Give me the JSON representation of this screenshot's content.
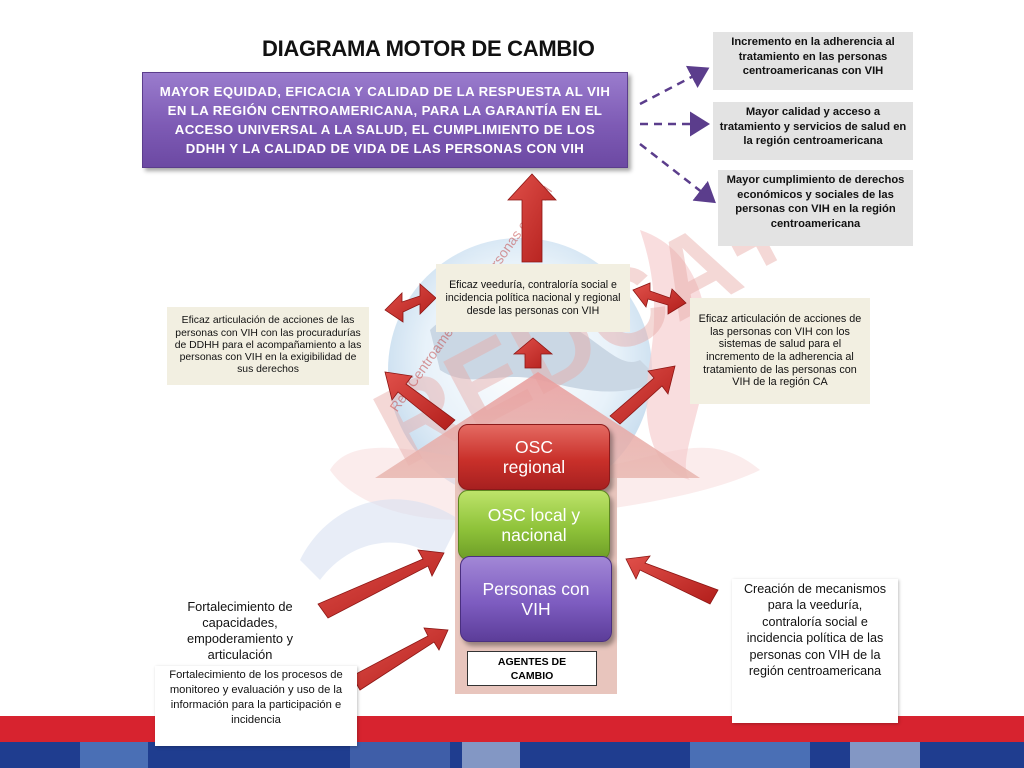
{
  "title": "DIAGRAMA MOTOR DE CAMBIO",
  "goal": "MAYOR EQUIDAD, EFICACIA Y CALIDAD DE LA RESPUESTA AL VIH EN LA REGIÓN CENTROAMERICANA, PARA LA GARANTÍA EN  EL ACCESO UNIVERSAL A LA SALUD, EL CUMPLIMIENTO DE LOS DDHH Y LA CALIDAD DE VIDA DE LAS PERSONAS CON VIH",
  "results": [
    "Incremento en la adherencia al tratamiento en las personas centroamericanas con VIH",
    "Mayor calidad y acceso a tratamiento y servicios  de salud en la región centroamericana",
    "Mayor cumplimiento de derechos económicos y sociales de las personas con VIH en la región centroamericana"
  ],
  "outcomes": {
    "center": "Eficaz veeduría, contraloría social e incidencia política nacional y regional desde las personas con VIH",
    "left": "Eficaz articulación de acciones de las personas con VIH con las procuradurías de DDHH para el acompañamiento a las personas con VIH en la exigibilidad de sus derechos",
    "right": "Eficaz articulación de acciones de las personas con VIH con los sistemas de salud para el incremento de la adherencia al tratamiento de las personas con VIH de la región CA"
  },
  "agents": {
    "regional": "OSC regional",
    "local": "OSC local y nacional",
    "persons": "Personas con VIH",
    "label": "AGENTES DE CAMBIO"
  },
  "strategies": {
    "capacities": "Fortalecimiento de capacidades, empoderamiento y articulación",
    "monitoring": "Fortalecimiento de los procesos de monitoreo y evaluación y uso de la información para la participación e incidencia",
    "mechanisms": "Creación de mecanismos para la veeduría, contraloría social e incidencia política de las personas con VIH de la región centroamericana"
  },
  "watermark": {
    "letters": "REDCA+",
    "tagline": "Red Centroamericana de personas con VIH"
  },
  "colors": {
    "purple": "#7e5bb5",
    "red": "#c9302a",
    "green": "#8fc33a",
    "arrow_red": "#c62a26",
    "dashed_arrow": "#5b3d8c",
    "footer_red": "#d7232f",
    "footer_blue": "#1f3d8f"
  }
}
